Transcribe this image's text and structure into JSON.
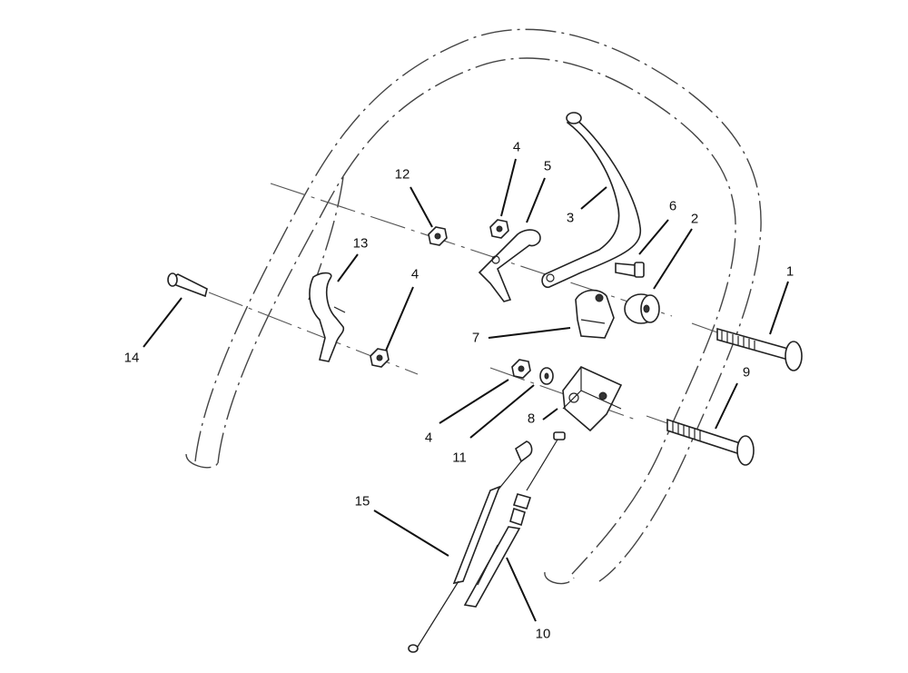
{
  "callouts": [
    {
      "id": "1",
      "text": "1"
    },
    {
      "id": "2",
      "text": "2"
    },
    {
      "id": "3",
      "text": "3"
    },
    {
      "id": "4a",
      "text": "4"
    },
    {
      "id": "4b",
      "text": "4"
    },
    {
      "id": "4c",
      "text": "4"
    },
    {
      "id": "5",
      "text": "5"
    },
    {
      "id": "6",
      "text": "6"
    },
    {
      "id": "7",
      "text": "7"
    },
    {
      "id": "8",
      "text": "8"
    },
    {
      "id": "9",
      "text": "9"
    },
    {
      "id": "10",
      "text": "10"
    },
    {
      "id": "11",
      "text": "11"
    },
    {
      "id": "12",
      "text": "12"
    },
    {
      "id": "13",
      "text": "13"
    },
    {
      "id": "14",
      "text": "14"
    },
    {
      "id": "15",
      "text": "15"
    }
  ]
}
